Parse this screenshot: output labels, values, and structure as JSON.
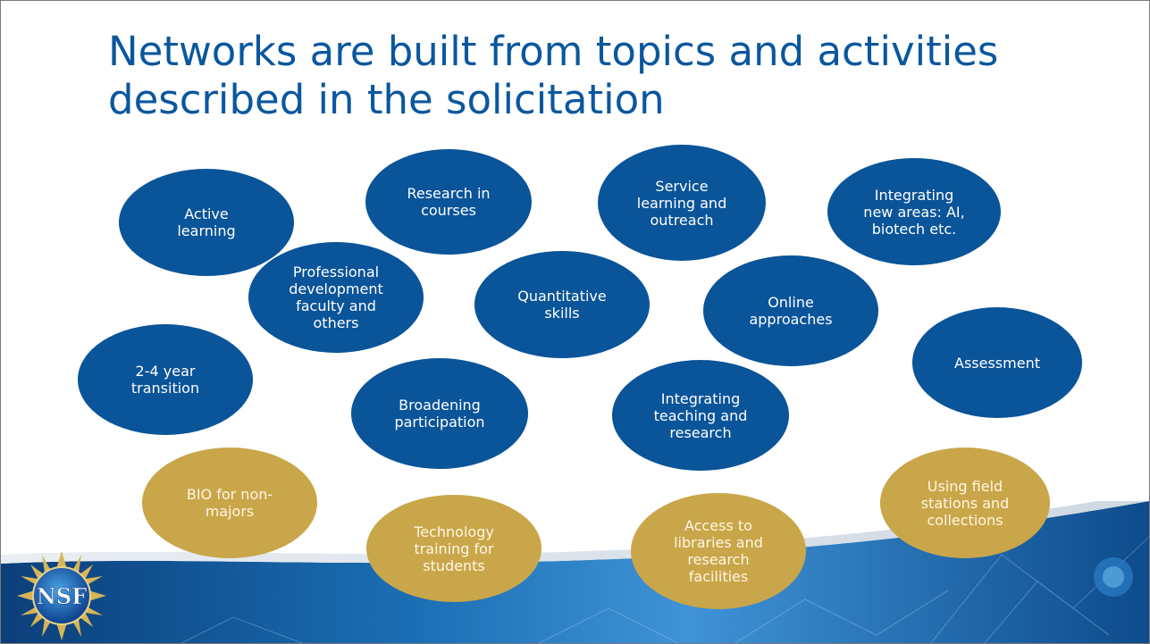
{
  "slide": {
    "title_line1": "Networks are built from topics and activities",
    "title_line2": "described in the solicitation"
  },
  "bubbles": {
    "active_learning": "Active\nlearning",
    "research_in_courses": "Research in\ncourses",
    "service_learning": "Service\nlearning and\noutreach",
    "integrating_new_areas": "Integrating\nnew areas: AI,\nbiotech etc.",
    "professional_development": "Professional\ndevelopment\nfaculty and\nothers",
    "quantitative_skills": "Quantitative\nskills",
    "online_approaches": "Online\napproaches",
    "two_four_year": "2-4 year\ntransition",
    "assessment": "Assessment",
    "broadening_participation": "Broadening\nparticipation",
    "integrating_teaching": "Integrating\nteaching and\nresearch",
    "bio_non_majors": "BIO for non-\nmajors",
    "technology_training": "Technology\ntraining for\nstudents",
    "access_libraries": "Access to\nlibraries and\nresearch\nfacilities",
    "field_stations": "Using field\nstations and\ncollections"
  },
  "logo": {
    "text": "NSF"
  },
  "colors": {
    "title": "#0a579e",
    "blue_bubble": "#0a5499",
    "gold_bubble": "#c9a649",
    "band_dark": "#0b3f7a"
  }
}
